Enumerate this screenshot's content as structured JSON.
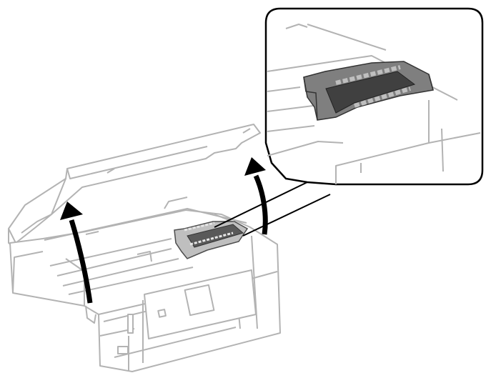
{
  "figure": {
    "subject": "printer-with-scanner-lid-open",
    "callout": "print-head-locked-position-closeup",
    "arrows": 2,
    "icons": {
      "lift_arrow": "curved-up-arrow-icon",
      "magnifier": "callout-bubble"
    },
    "colors": {
      "outline": "#b3b3b3",
      "fill_light": "#ffffff",
      "part_dark": "#595959",
      "part_mid": "#7f7f7f",
      "part_light": "#bfbfbf",
      "arrow": "#000000",
      "callout_border": "#000000"
    }
  }
}
